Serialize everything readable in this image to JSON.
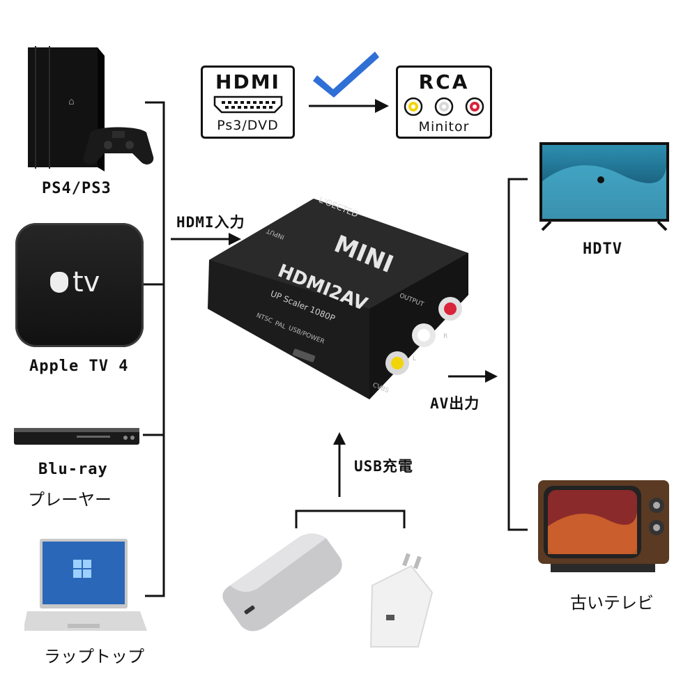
{
  "sources": {
    "ps4": "PS4/PS3",
    "apple_tv": "Apple TV 4",
    "bluray_line1": "Blu-ray",
    "bluray_line2": "プレーヤー",
    "laptop": "ラップトップ"
  },
  "destinations": {
    "hdtv": "HDTV",
    "old_tv": "古いテレビ"
  },
  "flow": {
    "hdmi_input": "HDMI入力",
    "av_output": "AV出力",
    "usb_charge": "USB充電"
  },
  "conversion": {
    "hdmi_title": "HDMI",
    "hdmi_sub": "Ps3/DVD",
    "rca_title": "RCA",
    "rca_sub": "Minitor"
  },
  "device": {
    "brand": "L'OECTED",
    "mini": "MINI",
    "model": "HDMI2AV",
    "subtitle": "UP Scaler 1080P",
    "input_label": "INPUT",
    "output_label": "OUTPUT",
    "ntsc": "NTSC",
    "pal": "PAL",
    "usb_power": "USB/POWER",
    "cvbs": "CVBS",
    "left": "L",
    "right": "R"
  },
  "apple_tv_logo_text": "tv",
  "colors": {
    "checkmark": "#2f6fd6",
    "rca_yellow": "#f2d40b",
    "rca_white": "#d8d8d8",
    "rca_red": "#d9243a",
    "line": "#111111"
  }
}
